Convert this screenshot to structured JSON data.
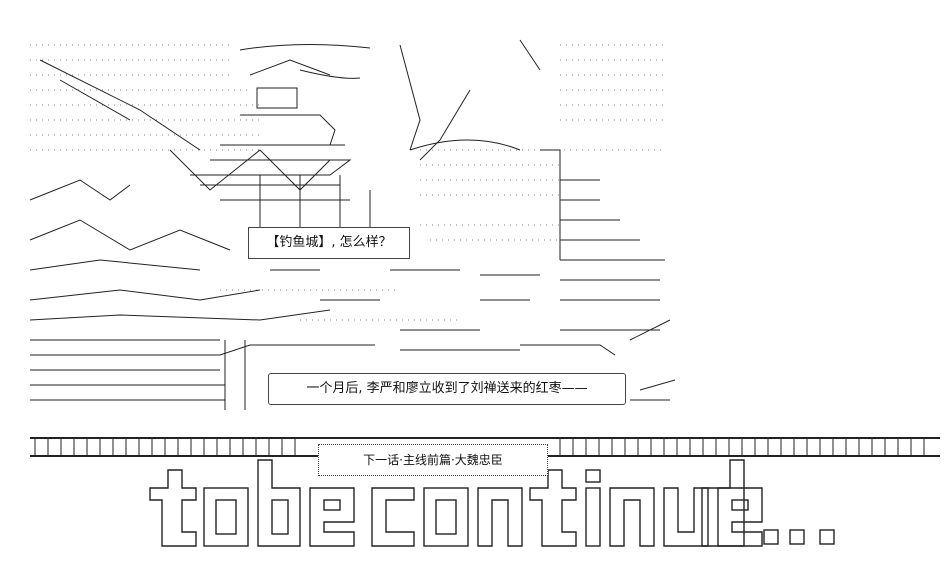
{
  "captions": {
    "bubble_1": "【钓鱼城】, 怎么样？",
    "bubble_2": "一个月后, 李严和廖立收到了刘禅送来的红枣——",
    "next_episode": "下一话·主线前篇·大魏忠臣"
  },
  "banner": {
    "text": "to be continued..."
  },
  "colors": {
    "ink": "#111111",
    "background": "#ffffff"
  }
}
